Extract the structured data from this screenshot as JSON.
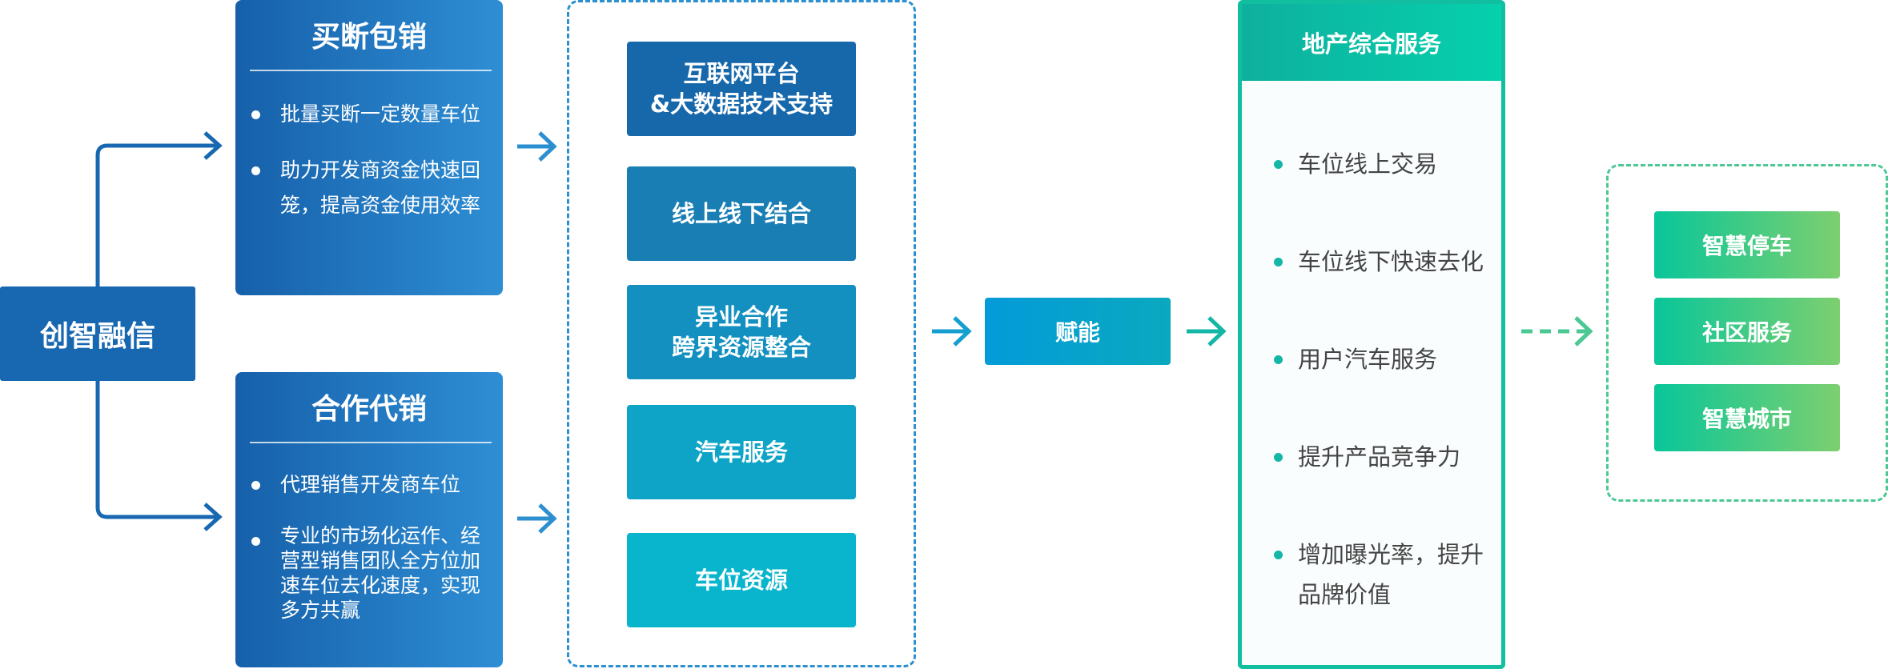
{
  "root": {
    "label": "创智融信"
  },
  "buyout": {
    "title": "买断包销",
    "items": [
      "批量买断一定数量车位",
      "助力开发商资金快速回笼，提高资金使用效率"
    ]
  },
  "agency": {
    "title": "合作代销",
    "items": [
      "代理销售开发商车位",
      "专业的市场化运作、经营型销售团队全方位加速车位去化速度，实现多方共赢"
    ]
  },
  "capabilities": [
    {
      "line1": "互联网平台",
      "line2": "&大数据技术支持"
    },
    {
      "line1": "线上线下结合",
      "line2": ""
    },
    {
      "line1": "异业合作",
      "line2": "跨界资源整合"
    },
    {
      "line1": "汽车服务",
      "line2": ""
    },
    {
      "line1": "车位资源",
      "line2": ""
    }
  ],
  "empower": {
    "label": "赋能"
  },
  "estate": {
    "title": "地产综合服务",
    "items": [
      "车位线上交易",
      "车位线下快速去化",
      "用户汽车服务",
      "提升产品竞争力",
      "增加曝光率，提升品牌价值"
    ]
  },
  "outcomes": [
    "智慧停车",
    "社区服务",
    "智慧城市"
  ],
  "colors": {
    "blue_dark": "#1768b1",
    "blue_mid": "#2b8fd0",
    "teal": "#11bfa0",
    "green": "#4bc894",
    "cap_gradient": [
      "#1768ab",
      "#197eb4",
      "#1390c0",
      "#0ea4c7",
      "#08b5cd"
    ]
  }
}
